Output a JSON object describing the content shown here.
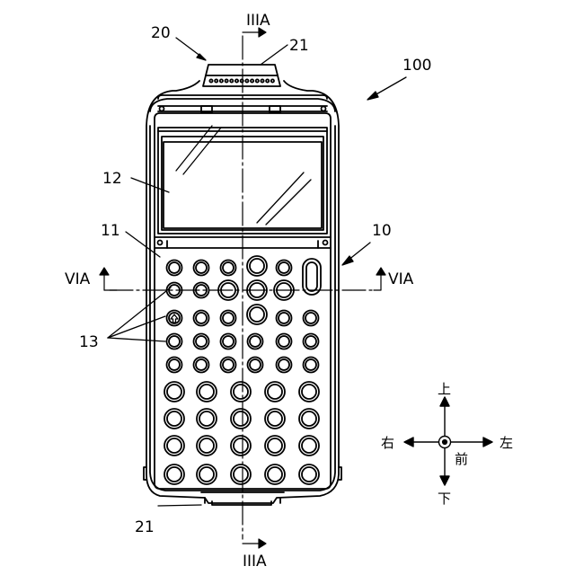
{
  "figure": {
    "references": {
      "device": "100",
      "case": "10",
      "body": "11",
      "screen": "12",
      "keys": "13",
      "connector": "20",
      "hook_top": "21",
      "hook_bottom": "21"
    },
    "section_marks": {
      "vertical_top": "IIIA",
      "vertical_bottom": "IIIA",
      "horizontal_left": "VIA",
      "horizontal_right": "VIA"
    },
    "directions": {
      "up": "上",
      "down": "下",
      "left": "左",
      "right": "右",
      "front": "前"
    }
  }
}
